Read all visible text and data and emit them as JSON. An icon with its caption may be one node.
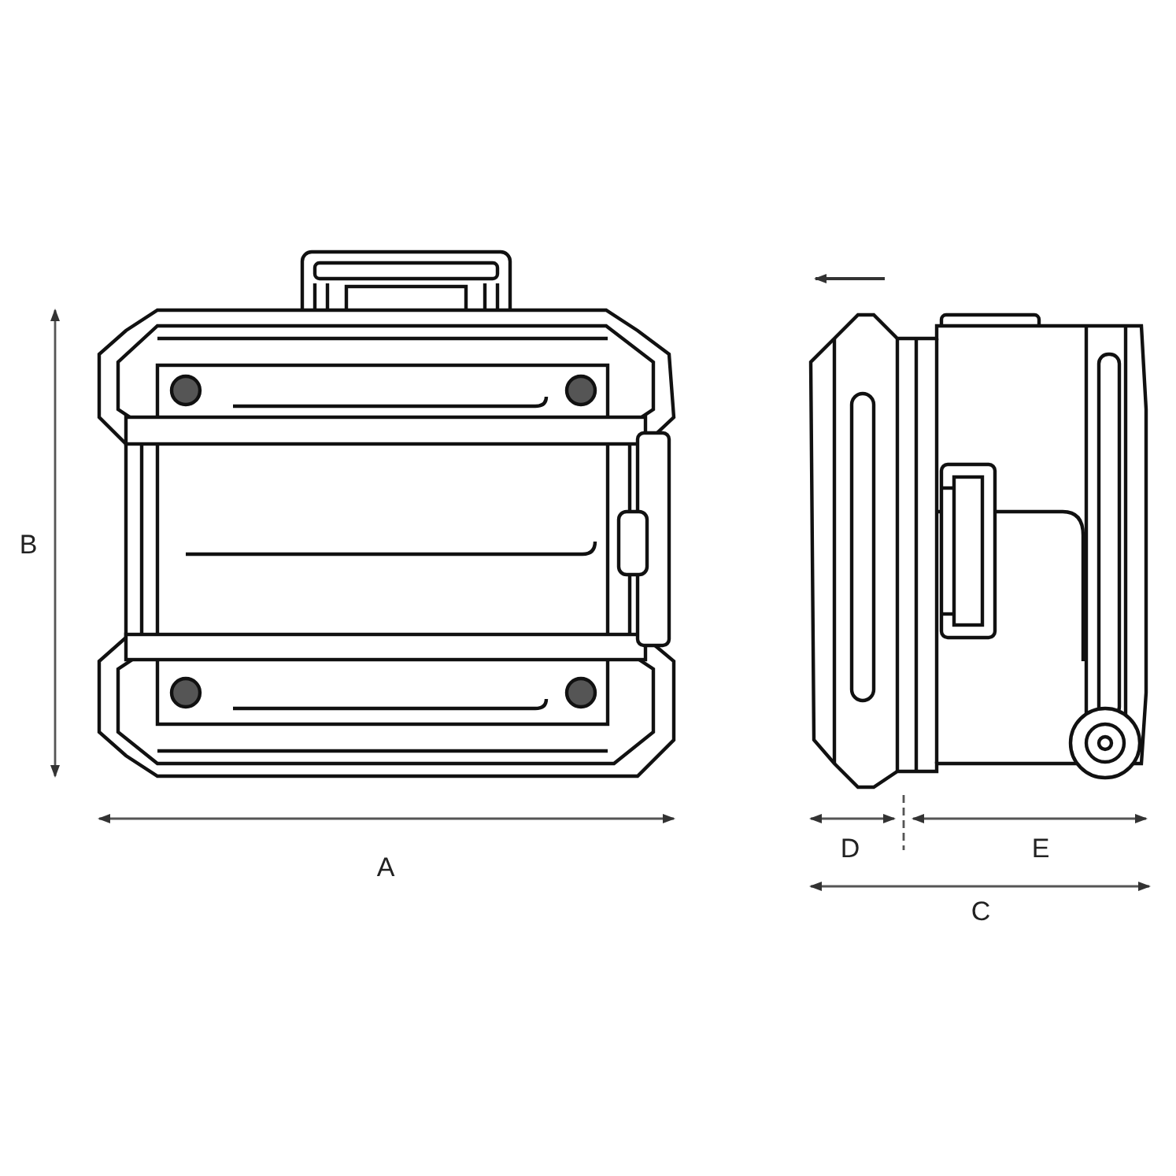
{
  "diagram": {
    "labels": [
      "B",
      "A",
      "D",
      "E",
      "C"
    ]
  }
}
